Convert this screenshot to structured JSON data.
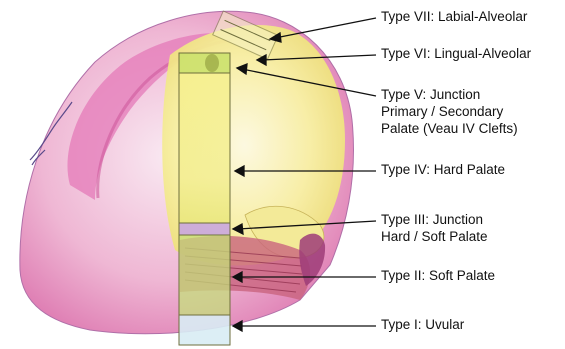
{
  "cleft_types": [
    {
      "type": "Type VII",
      "lines": [
        "Type VII: Labial-Alveolar"
      ]
    },
    {
      "type": "Type VI",
      "lines": [
        "Type VI: Lingual-Alveolar"
      ]
    },
    {
      "type": "Type V",
      "lines": [
        "Type V: Junction",
        "Primary / Secondary",
        "Palate (Veau IV Clefts)"
      ]
    },
    {
      "type": "Type IV",
      "lines": [
        "Type IV: Hard Palate"
      ]
    },
    {
      "type": "Type III",
      "lines": [
        "Type III: Junction",
        "Hard / Soft Palate"
      ]
    },
    {
      "type": "Type II",
      "lines": [
        "Type II: Soft Palate"
      ]
    },
    {
      "type": "Type I",
      "lines": [
        "Type I: Uvular"
      ]
    }
  ],
  "colors": {
    "outer_gum": "#e07ab6",
    "palate": "#f7f2a8",
    "palate_light": "#fbf8cf",
    "soft_palate": "#c4dd7a",
    "junction_band": "#c9a6df",
    "uvula": "#d8ecf4",
    "muscle": "#b44a6e",
    "arrow": "#111111",
    "text": "#111111"
  }
}
